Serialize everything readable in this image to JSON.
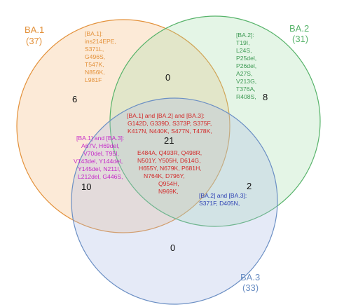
{
  "colors": {
    "ba1": "#e3913a",
    "ba2": "#57b36a",
    "ba3": "#6b8fc4",
    "intersection_red": "#d22a2a",
    "intersection_magenta": "#c52bc9",
    "intersection_blue": "#2b3fb3"
  },
  "sets": {
    "ba1": {
      "name": "BA.1",
      "total": "(37)"
    },
    "ba2": {
      "name": "BA.2",
      "total": "(31)"
    },
    "ba3": {
      "name": "BA.3",
      "total": "(33)"
    }
  },
  "counts": {
    "ba1_only": "6",
    "ba2_only": "8",
    "ba3_only": "0",
    "ba1_ba2": "0",
    "ba1_ba3": "10",
    "ba2_ba3": "2",
    "all": "21"
  },
  "regions": {
    "ba1_only": {
      "heading": "[BA.1]:",
      "lines": [
        "ins214EPE,",
        "S371L,",
        "G496S,",
        "T547K,",
        "N856K,",
        "L981F"
      ]
    },
    "ba2_only": {
      "heading": "[BA.2]:",
      "lines": [
        "T19I,",
        "L24S,",
        "P25del,",
        "P26del,",
        "A27S,",
        "V213G,",
        "T376A,",
        "R408S,"
      ]
    },
    "ba1_ba3": {
      "heading": "[BA.1] and [BA.3]:",
      "lines": [
        "A67V, H69del,",
        "V70del, T95I,",
        "V143del, Y144del,",
        "Y145del, N211I,",
        "L212del, G446S,"
      ]
    },
    "ba2_ba3": {
      "heading": "[BA.2] and [BA.3]:",
      "lines": [
        "S371F,  D405N,"
      ]
    },
    "all": {
      "heading": "[BA.1] and [BA.2] and [BA.3]:",
      "lines_top": [
        "G142D, G339D, S373P, S375F,",
        "K417N, N440K, S477N, T478K,"
      ],
      "lines_bottom": [
        "E484A, Q493R, Q498R,",
        "N501Y, Y505H, D614G,",
        "H655Y, N679K, P681H,",
        "N764K, D796Y,",
        "Q954H,",
        "N969K,"
      ]
    }
  }
}
